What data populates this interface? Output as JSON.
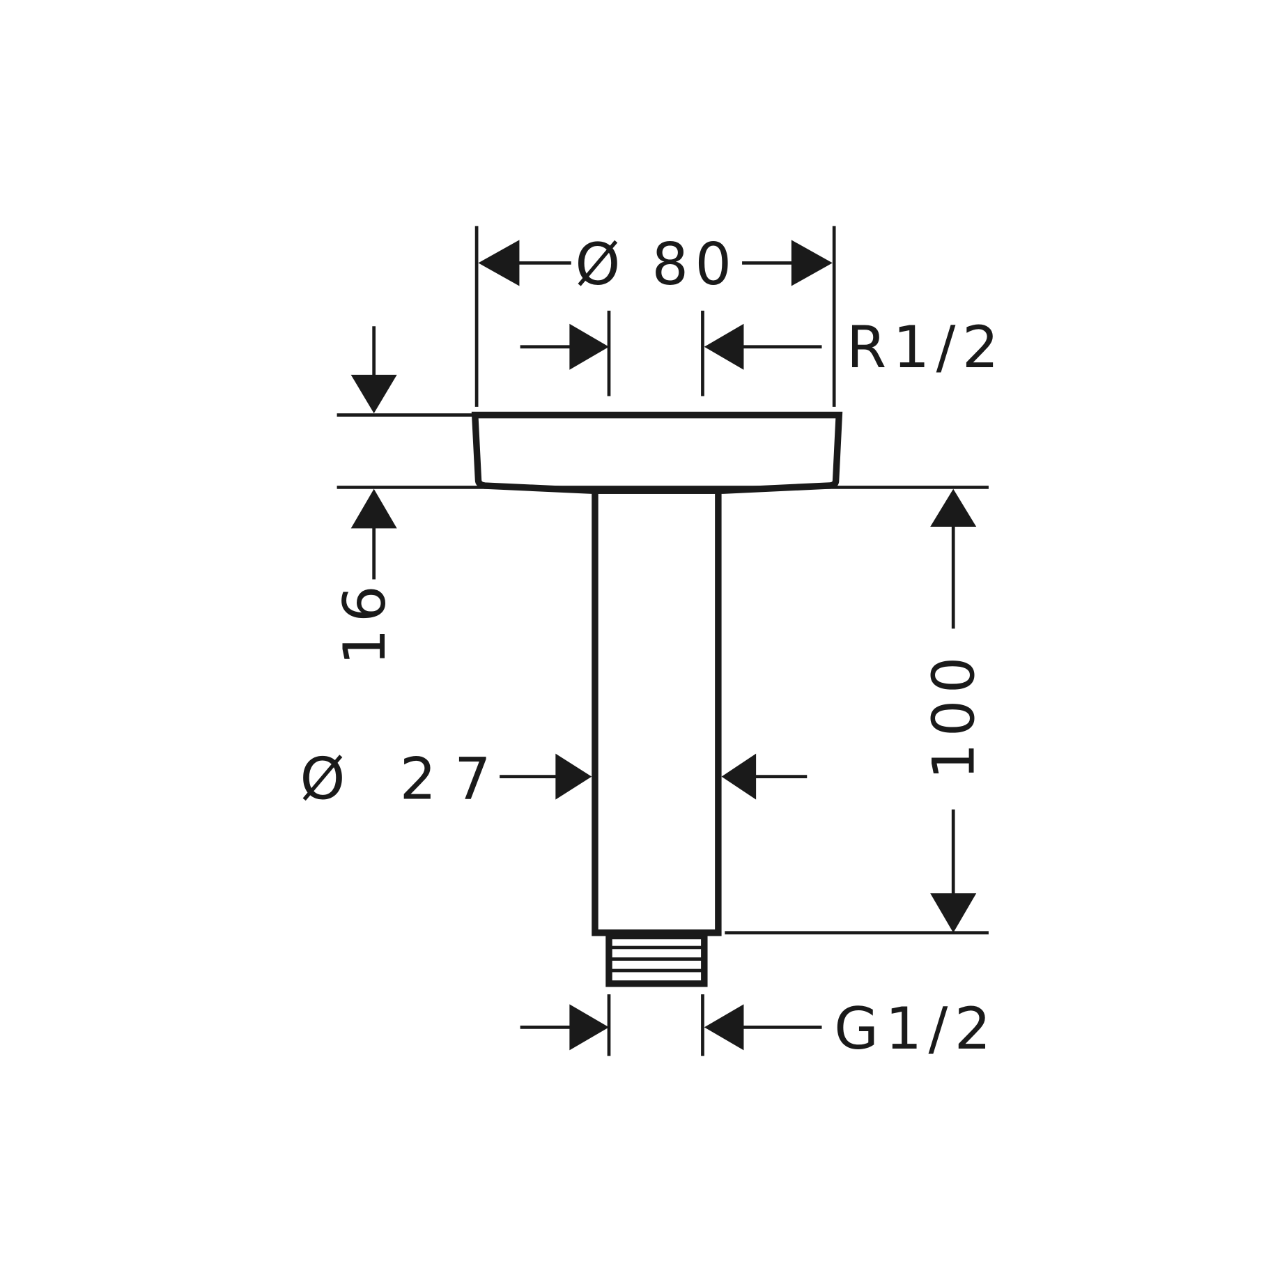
{
  "drawing": {
    "flange_diameter": "Ø 80",
    "inlet_thread": "R1/2",
    "flange_height": "16",
    "pipe_diameter": "Ø 27",
    "pipe_length": "100",
    "outlet_thread": "G1/2",
    "line_color": "#1a1a1a"
  }
}
